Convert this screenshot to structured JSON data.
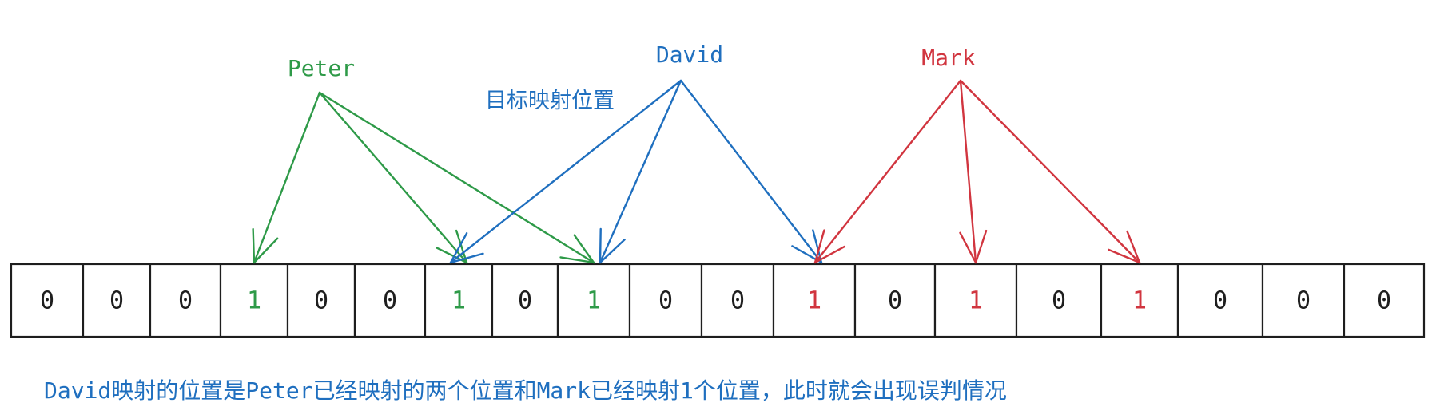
{
  "colors": {
    "peter": "#2e9a48",
    "david": "#1f6fbf",
    "mark": "#d1353f",
    "default": "#1e1e1e",
    "border": "#1e1e1e"
  },
  "bits": [
    "0",
    "0",
    "0",
    "1",
    "0",
    "0",
    "1",
    "0",
    "1",
    "0",
    "0",
    "1",
    "0",
    "1",
    "0",
    "1",
    "0",
    "0",
    "0"
  ],
  "bit_owner": [
    "",
    "",
    "",
    "peter",
    "",
    "",
    "peter",
    "",
    "peter",
    "",
    "",
    "mark",
    "",
    "mark",
    "",
    "mark",
    "",
    "",
    ""
  ],
  "keys": [
    {
      "name": "Peter",
      "color_key": "peter",
      "targets": [
        3,
        6,
        8
      ]
    },
    {
      "name": "David",
      "color_key": "david",
      "targets": [
        6,
        8,
        11
      ]
    },
    {
      "name": "Mark",
      "color_key": "mark",
      "targets": [
        11,
        13,
        15
      ]
    }
  ],
  "annotation": "目标映射位置",
  "caption": "David映射的位置是Peter已经映射的两个位置和Mark已经映射1个位置，此时就会出现误判情况"
}
